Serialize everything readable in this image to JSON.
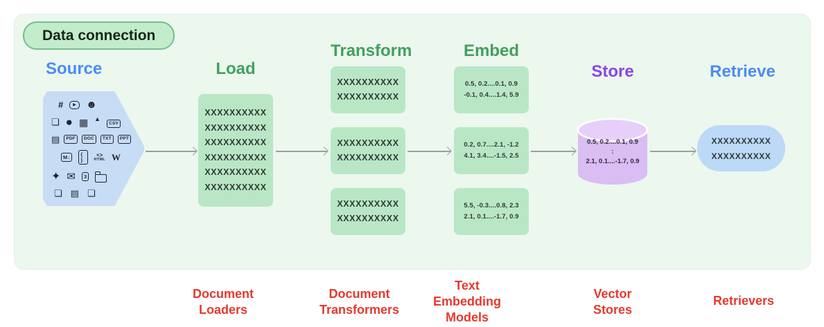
{
  "badge": {
    "label": "Data connection"
  },
  "flow": {
    "source": {
      "title": "Source",
      "icons": [
        {
          "name": "slack",
          "glyph": "#"
        },
        {
          "name": "youtube",
          "glyph": "▶"
        },
        {
          "name": "discord",
          "glyph": "☻"
        },
        {
          "name": "file",
          "glyph": "❏"
        },
        {
          "name": "github",
          "glyph": "●"
        },
        {
          "name": "image",
          "glyph": "▦"
        },
        {
          "name": "google-drive",
          "glyph": "▲"
        },
        {
          "name": "csv",
          "glyph": "CSV"
        },
        {
          "name": "file-text",
          "glyph": "▤"
        },
        {
          "name": "pdf",
          "glyph": "PDF"
        },
        {
          "name": "doc",
          "glyph": "DOC"
        },
        {
          "name": "txt",
          "glyph": "TXT"
        },
        {
          "name": "ppt",
          "glyph": "PPT"
        },
        {
          "name": "markdown",
          "glyph": "M↓"
        },
        {
          "name": "json",
          "glyph": "{ }"
        },
        {
          "name": "html",
          "glyph": "<>",
          "sub": "HTML"
        },
        {
          "name": "wikipedia",
          "glyph": "W"
        },
        {
          "name": "twitter",
          "glyph": "✦"
        },
        {
          "name": "email",
          "glyph": "✉"
        },
        {
          "name": "notion",
          "glyph": "3"
        },
        {
          "name": "folder",
          "glyph": ""
        },
        {
          "name": "file",
          "glyph": "❏"
        },
        {
          "name": "file-text",
          "glyph": "▤"
        },
        {
          "name": "file",
          "glyph": "❏"
        }
      ]
    },
    "load": {
      "title": "Load",
      "text": "XXXXXXXXXX\nXXXXXXXXXX\nXXXXXXXXXX\nXXXXXXXXXX\nXXXXXXXXXX\nXXXXXXXXXX"
    },
    "transform": {
      "title": "Transform",
      "blocks": [
        "XXXXXXXXXX\nXXXXXXXXXX",
        "XXXXXXXXXX\nXXXXXXXXXX",
        "XXXXXXXXXX\nXXXXXXXXXX"
      ]
    },
    "embed": {
      "title": "Embed",
      "blocks": [
        "0.5, 0.2....0.1, 0.9\n-0.1, 0.4....1.4, 5.9",
        "0.2, 0.7....2.1, -1.2\n4.1, 3.4....-1.5, 2.5",
        "5.5, -0.3....0.8, 2.3\n2.1, 0.1....-1.7, 0.9"
      ]
    },
    "store": {
      "title": "Store",
      "cylinder_text": "0.5, 0.2....0.1, 0.9\n:\n2.1, 0.1....-1.7, 0.9"
    },
    "retrieve": {
      "title": "Retrieve",
      "text": "XXXXXXXXXX\nXXXXXXXXXX"
    }
  },
  "footer": {
    "labels": [
      "Document\nLoaders",
      "Document\nTransformers",
      "Text\nEmbedding\nModels",
      "Vector\nStores",
      "Retrievers"
    ]
  },
  "colors": {
    "panel_bg": "#ecf7ee",
    "badge_bg": "#c3eccb",
    "badge_border": "#6fc287",
    "block_green": "#b9e7c6",
    "source_blue_bg": "#c7ddf6",
    "retrieve_blue_bg": "#bcd9f7",
    "cylinder_purple": "#d9bdf3",
    "cylinder_top": "#e6d0fa",
    "header_green": "#42a05e",
    "header_blue": "#4a8cf5",
    "header_purple": "#8b45e6",
    "label_red": "#e6392e",
    "arrow_gray": "#9e9e9e"
  }
}
